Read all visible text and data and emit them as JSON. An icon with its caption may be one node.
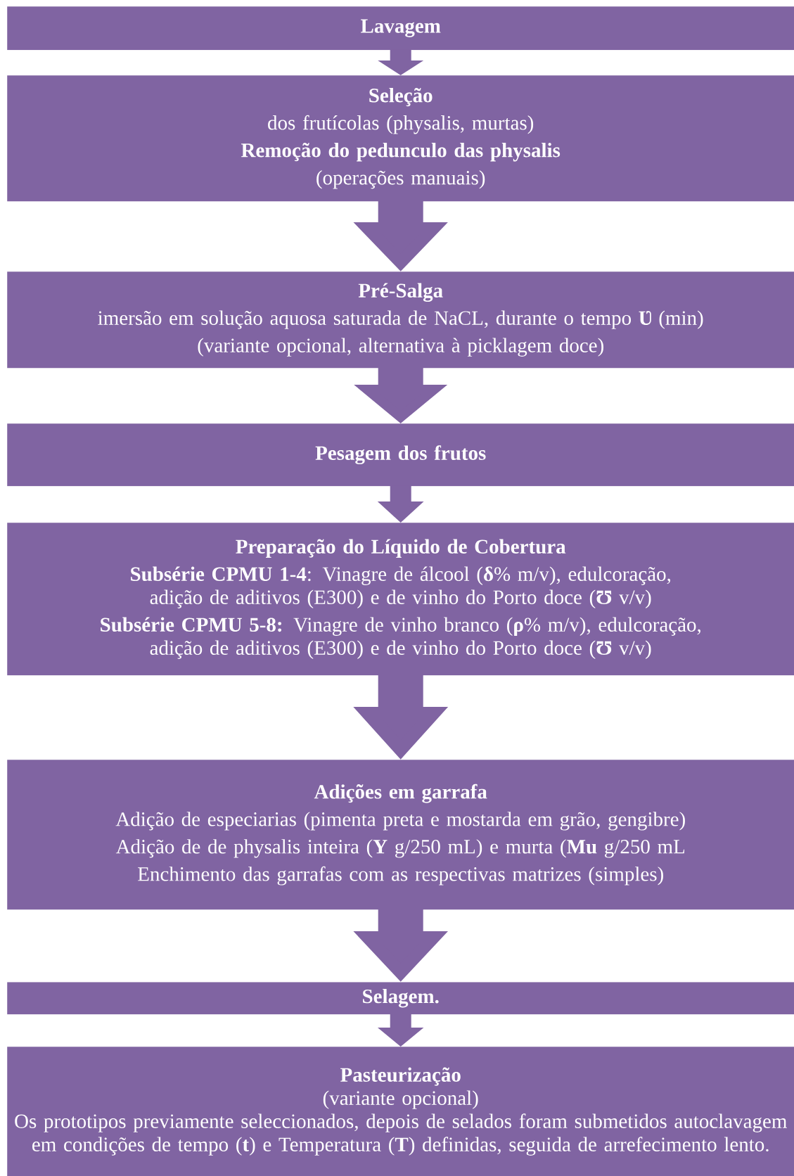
{
  "diagram": {
    "nodes": [
      {
        "text": [
          "Lavagem"
        ]
      },
      {
        "text": [
          "Seleção",
          "dos frutícolas (physalis, murtas)",
          "Remoção do pedunculo das physalis",
          "(operações manuais)"
        ]
      },
      {
        "text": [
          "Pré-Salga",
          "imersão em solução aquosa saturada de NaCL, durante o tempo **Ʋ** (min)",
          "(variante opcional, alternativa à picklagem doce)"
        ]
      },
      {
        "text": [
          "Pesagem dos frutos"
        ]
      },
      {
        "text": [
          "Preparação do Líquido de Cobertura",
          "**Subsérie CPMU 1-4**: Vinagre de álcool (**δ**% m/v), edulcoração, adição de aditivos (E300) e de vinho do Porto doce (**Ʊ**  v/v)",
          "**Subsérie CPMU 5-8:** Vinagre de vinho branco (**ρ**% m/v), edulcoração, adição de aditivos (E300) e de vinho do Porto doce (**Ʊ**  v/v)"
        ]
      },
      {
        "text": [
          "Adições em garrafa",
          "Adição de especiarias (pimenta preta e mostarda em grão, gengibre)",
          "Adição de de physalis inteira (**Y** g/250 mL) e murta (**Mu** g/250 mL",
          "Enchimento das garrafas com as respectivas matrizes (simples)"
        ]
      },
      {
        "text": [
          "Selagem."
        ]
      },
      {
        "text": [
          "Pasteurização",
          "(variante opcional)",
          "Os prototipos previamente seleccionados, depois de selados foram  submetidos autoclavagem em condições de tempo (**t**) e Temperatura (**T**) definidas, seguida de arrefecimento lento."
        ]
      }
    ],
    "edges": [
      {
        "from": 0,
        "to": 1,
        "arrow": "to"
      },
      {
        "from": 1,
        "to": 2,
        "arrow": "to"
      },
      {
        "from": 2,
        "to": 3,
        "arrow": "to"
      },
      {
        "from": 3,
        "to": 4,
        "arrow": "to"
      },
      {
        "from": 4,
        "to": 5,
        "arrow": "to"
      },
      {
        "from": 5,
        "to": 6,
        "arrow": "to"
      },
      {
        "from": 6,
        "to": 7,
        "arrow": "to"
      }
    ]
  }
}
